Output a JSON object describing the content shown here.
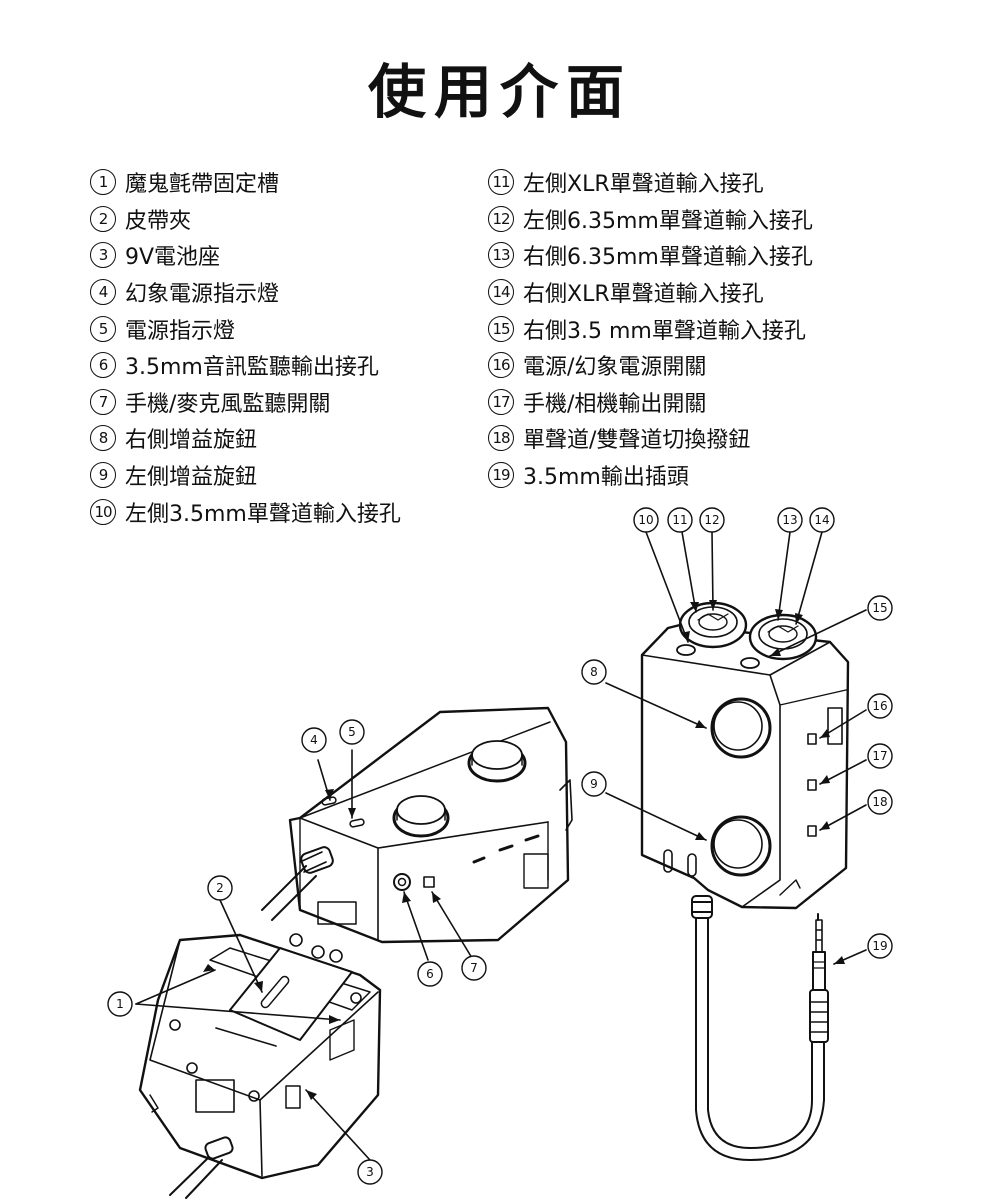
{
  "title": "使用介面",
  "legend_left": [
    {
      "num": "1",
      "label": "魔鬼氈帶固定槽"
    },
    {
      "num": "2",
      "label": "皮帶夾"
    },
    {
      "num": "3",
      "label": "9V電池座"
    },
    {
      "num": "4",
      "label": "幻象電源指示燈"
    },
    {
      "num": "5",
      "label": "電源指示燈"
    },
    {
      "num": "6",
      "label": "3.5mm音訊監聽輸出接孔"
    },
    {
      "num": "7",
      "label": "手機/麥克風監聽開關"
    },
    {
      "num": "8",
      "label": "右側增益旋鈕"
    },
    {
      "num": "9",
      "label": "左側增益旋鈕"
    },
    {
      "num": "10",
      "label": "左側3.5mm單聲道輸入接孔"
    }
  ],
  "legend_right": [
    {
      "num": "11",
      "label": "左側XLR單聲道輸入接孔"
    },
    {
      "num": "12",
      "label": "左側6.35mm單聲道輸入接孔"
    },
    {
      "num": "13",
      "label": "右側6.35mm單聲道輸入接孔"
    },
    {
      "num": "14",
      "label": "右側XLR單聲道輸入接孔"
    },
    {
      "num": "15",
      "label": "右側3.5 mm單聲道輸入接孔"
    },
    {
      "num": "16",
      "label": "電源/幻象電源開關"
    },
    {
      "num": "17",
      "label": "手機/相機輸出開關"
    },
    {
      "num": "18",
      "label": "單聲道/雙聲道切換撥鈕"
    },
    {
      "num": "19",
      "label": "3.5mm輸出插頭"
    }
  ],
  "callouts": {
    "c1": "1",
    "c2": "2",
    "c3": "3",
    "c4": "4",
    "c5": "5",
    "c6": "6",
    "c7": "7",
    "c8": "8",
    "c9": "9",
    "c10": "10",
    "c11": "11",
    "c12": "12",
    "c13": "13",
    "c14": "14",
    "c15": "15",
    "c16": "16",
    "c17": "17",
    "c18": "18",
    "c19": "19"
  }
}
